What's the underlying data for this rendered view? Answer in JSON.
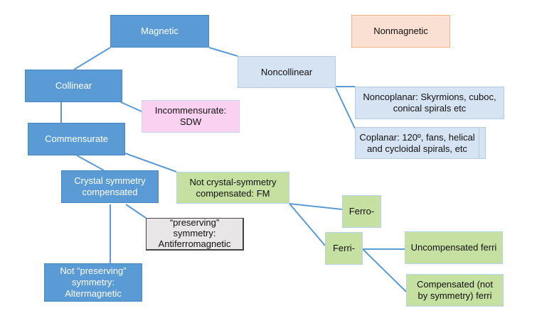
{
  "diagram": {
    "title_clipped": "",
    "colors": {
      "link": "#5B9BD5",
      "magnetic_blue": "#5B9BD5",
      "noncollinear_lightblue": "#D6E3F3",
      "incommensurate_pink": "#FAD1F0",
      "nonmagnetic_peach": "#F9E0D3",
      "fm_green": "#C5E0A0",
      "afm_gray": "#E9E6E7"
    },
    "nodes": {
      "magnetic": "Magnetic",
      "nonmagnetic": "Nonmagnetic",
      "collinear": "Collinear",
      "noncollinear": "Noncollinear",
      "incommensurate": "Incommensurate:\nSDW",
      "commensurate": "Commensurate",
      "noncoplanar": "Noncoplanar: Skyrmions, cuboc,\nconical spirals etc",
      "coplanar": "Coplanar: 120º, fans, helical\nand  cycloidal spirals, etc",
      "crystal_sym_comp": "Crystal symmetry\ncompensated",
      "not_crystal_sym_comp": "Not crystal-symmetry\ncompensated: FM",
      "afm": "“preserving”\nsymmetry:\nAntiferromagnetic",
      "altermagnetic": "Not “preserving”\nsymmetry:\nAltermagnetic",
      "ferro": "Ferro-",
      "ferri": "Ferri-",
      "uncompensated_ferri": "Uncompensated ferri",
      "compensated_ferri": "Compensated (not\nby symmetry) ferri"
    },
    "edges": [
      [
        "magnetic",
        "collinear"
      ],
      [
        "magnetic",
        "noncollinear"
      ],
      [
        "collinear",
        "incommensurate"
      ],
      [
        "collinear",
        "commensurate"
      ],
      [
        "noncollinear",
        "noncoplanar"
      ],
      [
        "noncollinear",
        "coplanar"
      ],
      [
        "commensurate",
        "crystal_sym_comp"
      ],
      [
        "commensurate",
        "not_crystal_sym_comp"
      ],
      [
        "crystal_sym_comp",
        "afm"
      ],
      [
        "crystal_sym_comp",
        "altermagnetic"
      ],
      [
        "not_crystal_sym_comp",
        "ferro"
      ],
      [
        "not_crystal_sym_comp",
        "ferri"
      ],
      [
        "ferri",
        "uncompensated_ferri"
      ],
      [
        "ferri",
        "compensated_ferri"
      ]
    ]
  }
}
